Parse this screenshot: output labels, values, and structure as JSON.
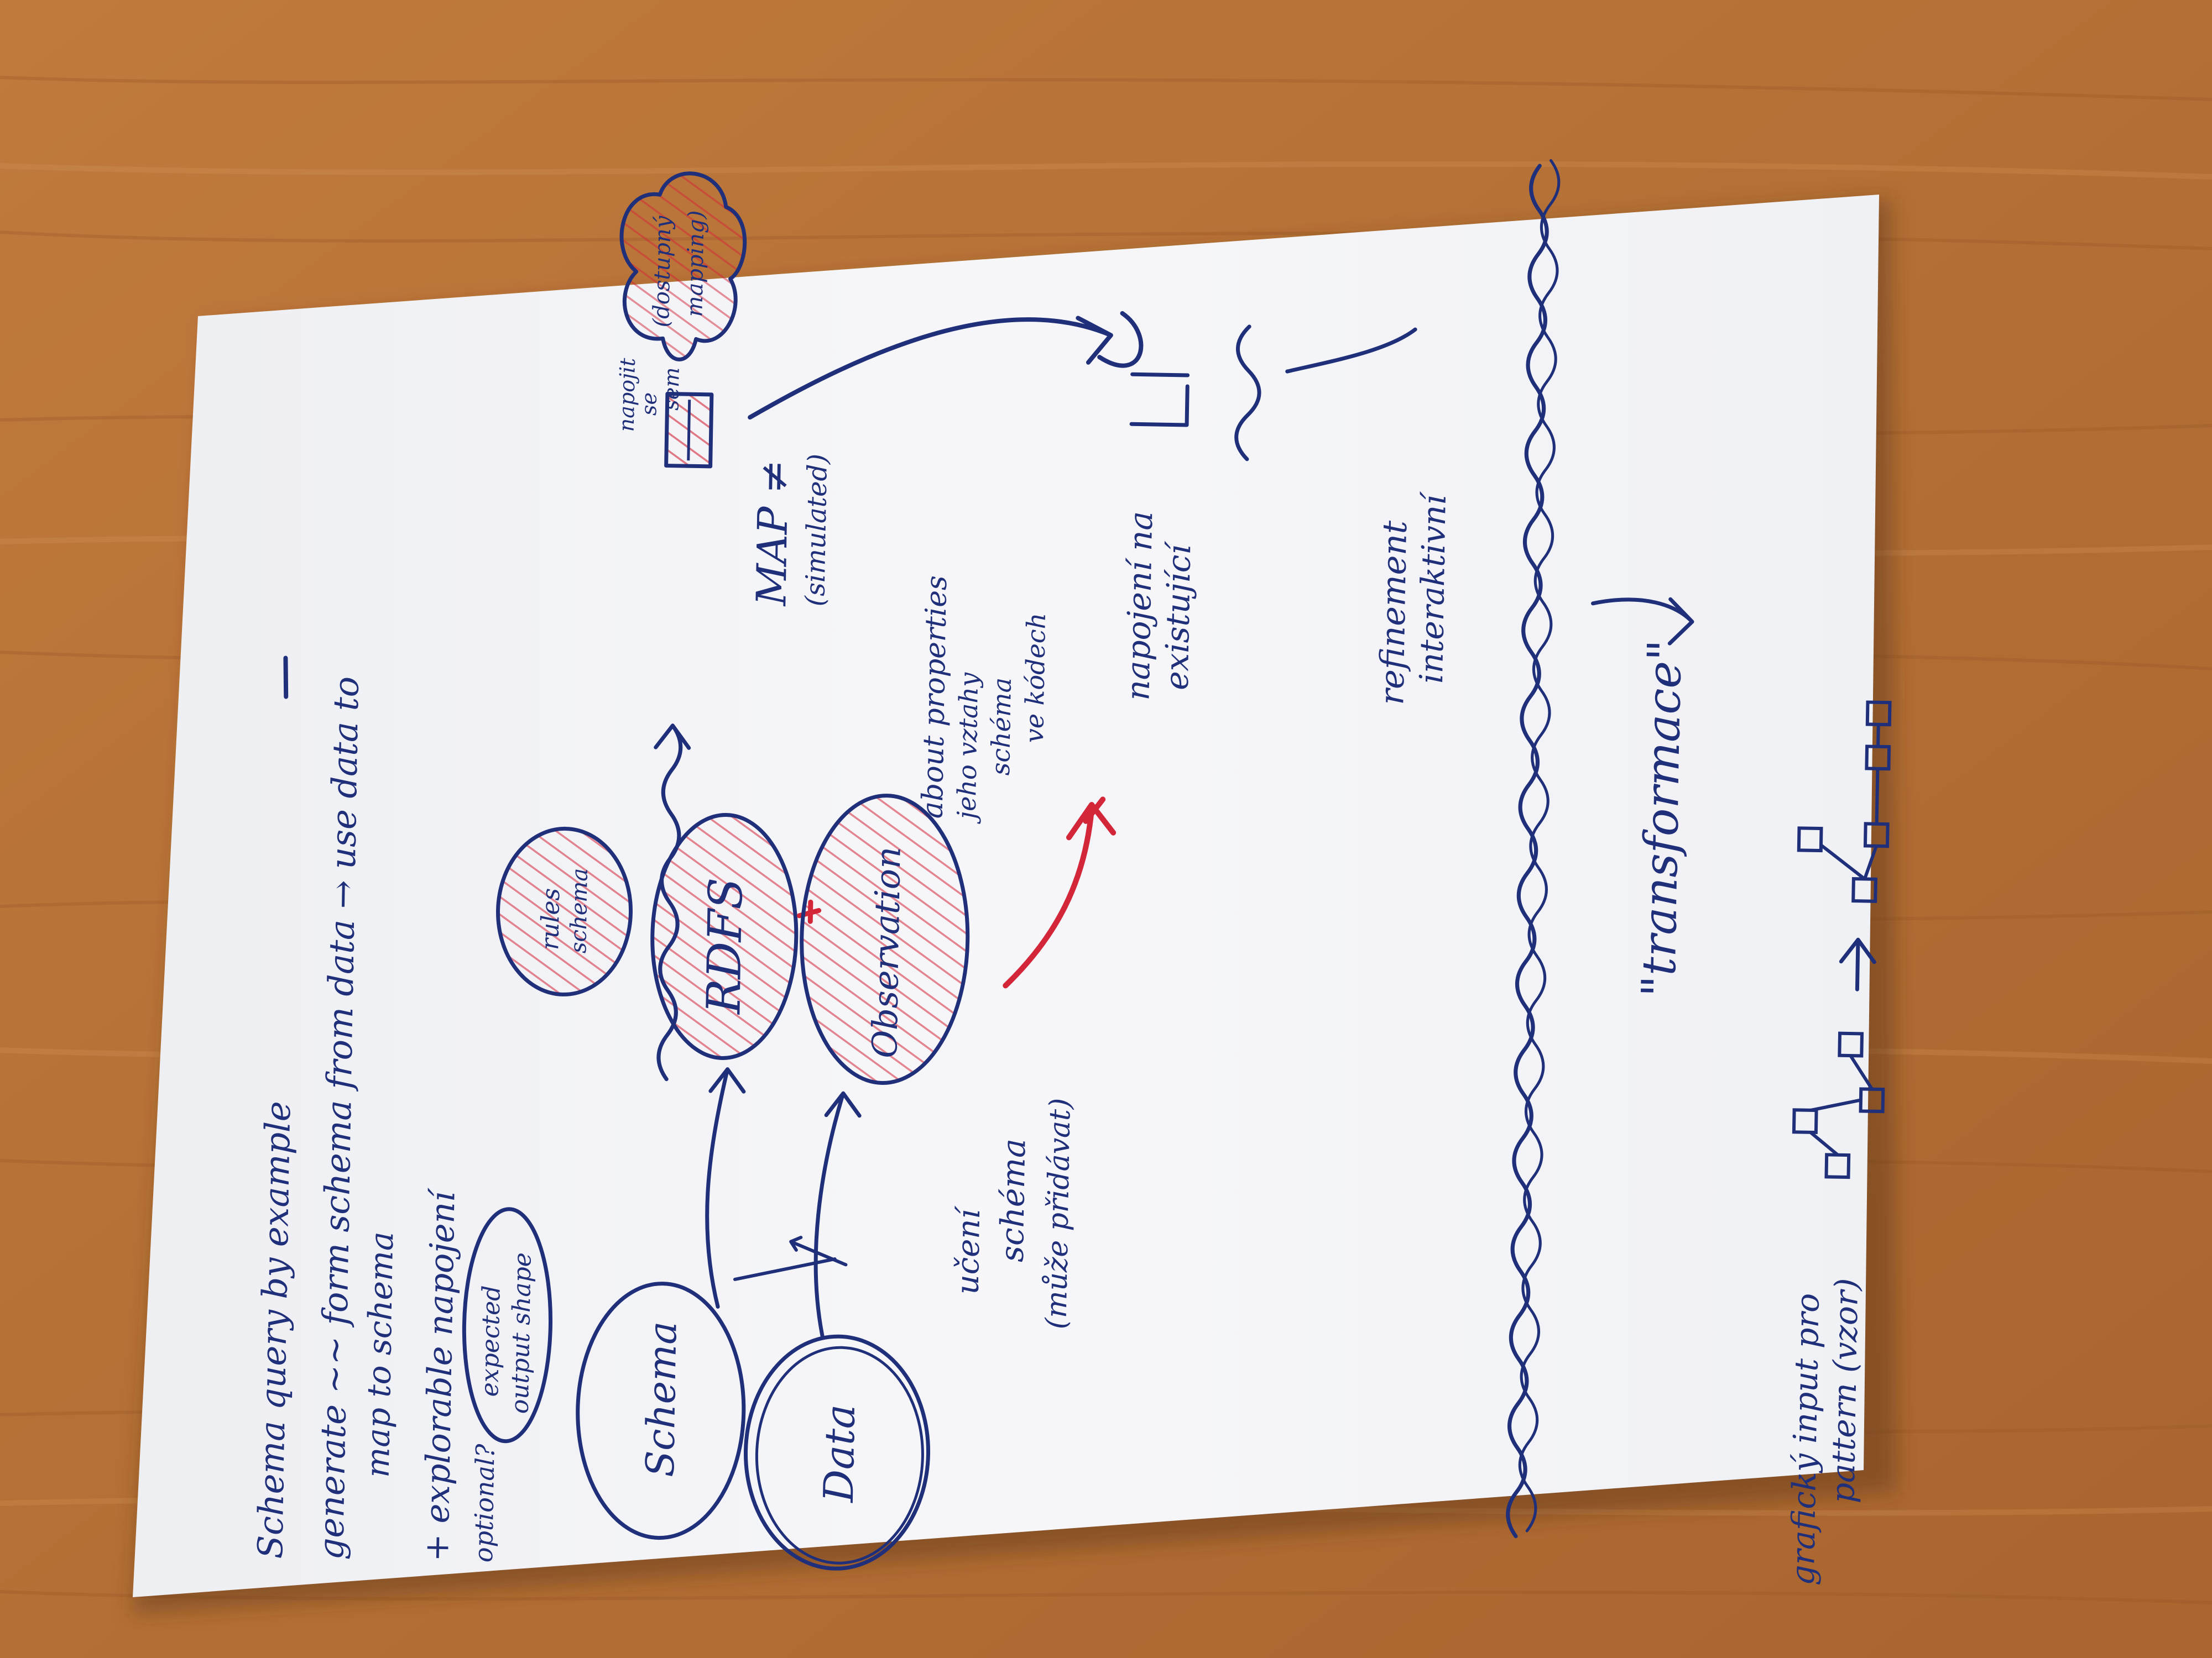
{
  "colors": {
    "table": "#b8733a",
    "table_dark": "#8e5224",
    "table_light": "#d08d52",
    "paper": "#f7f7f9",
    "paper_shadow": "#5a3515",
    "ink_blue": "#1f2f7a",
    "ink_red": "#d32638"
  },
  "notes": {
    "title": "Schema query by example",
    "generate_line1": "generate ~~ form schema from data → use data to",
    "generate_line2": "map to schema",
    "explore": "+ explorable napojení",
    "optional": "optional?",
    "expected_shape": [
      "expected",
      "output shape"
    ],
    "schema": "Schema",
    "data": "Data",
    "rules": [
      "rules",
      "schema"
    ],
    "rdfs": "RDFS",
    "observation": "Observation",
    "about_properties": [
      "about properties",
      "jeho vztahy",
      "schéma",
      "ve kódech"
    ],
    "map_line1": "MAP ≠",
    "map_line2": "(simulated)",
    "napojeni": [
      "napojení na",
      "existující"
    ],
    "uceni": [
      "učení",
      "schéma",
      "(může přidávat)"
    ],
    "cloud_left": [
      "napojit",
      "se",
      "sem"
    ],
    "cloud_right": [
      "(dostupný",
      "mapping)"
    ],
    "refinement": [
      "refinement",
      "interaktivní"
    ],
    "transformace": "\"transformace\"",
    "graficky": [
      "grafický input pro",
      "pattern (vzor)"
    ]
  }
}
